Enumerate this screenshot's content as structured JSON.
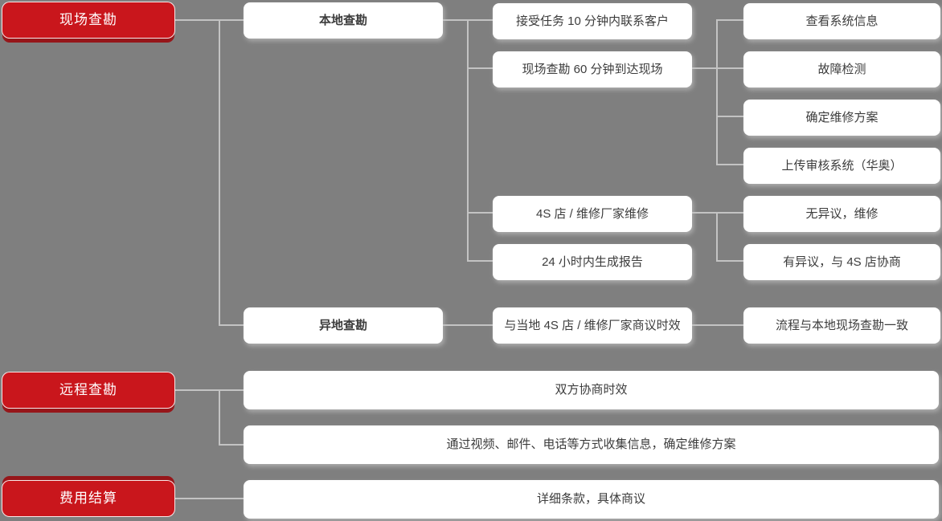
{
  "colors": {
    "background": "#7f7f7f",
    "connector": "#c3c3c3",
    "box_bg": "#ffffff",
    "box_text": "#3c3c3c",
    "accent_red": "#c9161c",
    "accent_red_dark": "#96161a",
    "red_text": "#ffffff"
  },
  "nodes": {
    "onsite": "现场查勘",
    "local": "本地查勘",
    "accept_task": "接受任务 10 分钟内联系客户",
    "arrive": "现场查勘 60 分钟到达现场",
    "check_system": "查看系统信息",
    "fault_detect": "故障检测",
    "repair_plan": "确定维修方案",
    "upload_audit": "上传审核系统（华奥）",
    "shop_repair": "4S 店 / 维修厂家维修",
    "no_objection": "无异议，维修",
    "objection": "有异议，与 4S 店协商",
    "report_24h": "24 小时内生成报告",
    "offsite": "异地查勘",
    "negotiate_local": "与当地 4S 店 / 维修厂家商议时效",
    "same_process": "流程与本地现场查勘一致",
    "remote": "远程查勘",
    "negotiate_time": "双方协商时效",
    "collect_info": "通过视频、邮件、电话等方式收集信息，确定维修方案",
    "settlement": "费用结算",
    "terms": "详细条款，具体商议"
  }
}
